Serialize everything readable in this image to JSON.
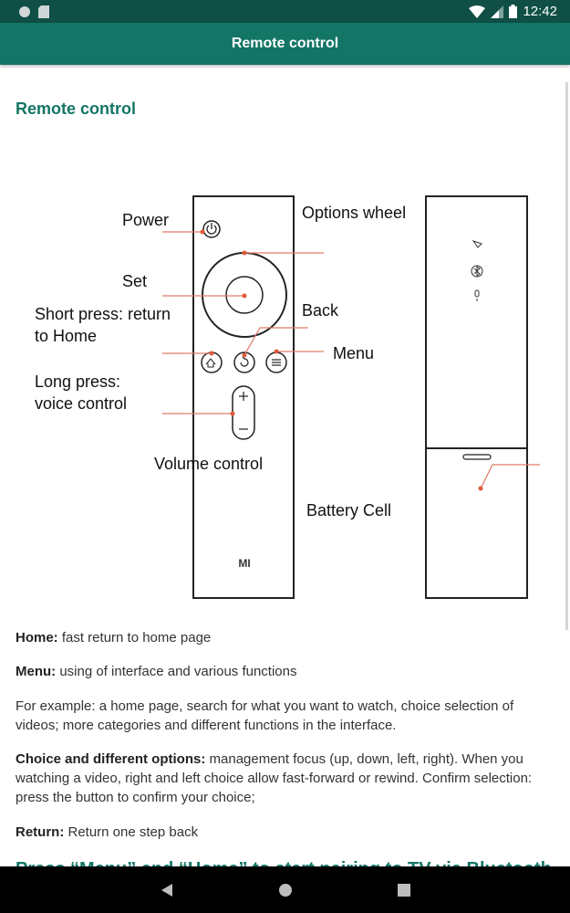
{
  "status_bar": {
    "time": "12:42"
  },
  "app_bar": {
    "title": "Remote control"
  },
  "page": {
    "heading": "Remote control",
    "diagram_labels": {
      "power": "Power",
      "set": "Set",
      "short_press_1": "Short press: return",
      "short_press_2": "to Home",
      "long_press_1": "Long press:",
      "long_press_2": "voice control",
      "options_wheel": "Options wheel",
      "back": "Back",
      "menu": "Menu",
      "volume_control": "Volume control",
      "battery_cell": "Battery Cell",
      "logo": "MI"
    },
    "paragraphs": [
      {
        "term": "Home:",
        "text": " fast return to home page"
      },
      {
        "term": "Menu:",
        "text": " using of interface and various functions"
      },
      {
        "term": "",
        "text": "For example: a home page, search for what you want to watch, choice selection of videos; more categories and different functions in the interface."
      },
      {
        "term": "Choice and different options:",
        "text": " management focus (up, down, left, right). When you watching a video, right and left choice allow fast-forward or rewind. Confirm selection: press the button to confirm your choice;"
      },
      {
        "term": "Return:",
        "text": " Return one step back"
      }
    ],
    "cut_heading": "Press “Menu” and “Home” to start pairing to TV via Bluetooth"
  }
}
